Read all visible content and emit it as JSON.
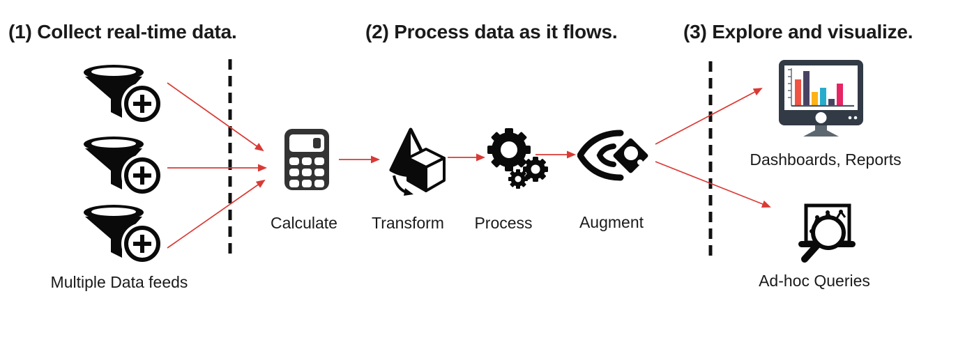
{
  "titles": {
    "step1": "(1) Collect real-time data.",
    "step2": "(2) Process data as it flows.",
    "step3": "(3) Explore and visualize."
  },
  "labels": {
    "feeds": "Multiple Data feeds",
    "calculate": "Calculate",
    "transform": "Transform",
    "process": "Process",
    "augment": "Augment",
    "dashboards": "Dashboards, Reports",
    "adhoc": "Ad-hoc Queries"
  },
  "colors": {
    "arrow": "#d93a35",
    "divider": "#111111",
    "icon_black": "#0a0a0a",
    "calculator_body": "#333333",
    "monitor_frame": "#313a45",
    "monitor_stand": "#5d6770",
    "bars": [
      "#ee5345",
      "#494363",
      "#fcb316",
      "#27adcb",
      "#494363",
      "#e62565"
    ]
  },
  "icons": {
    "left": "funnel-plus-icon (x3)",
    "pipeline": [
      "calculator-icon",
      "cone-cube-rotate-icon",
      "gears-icon",
      "eye-lens-icon"
    ],
    "right": [
      "monitor-bar-chart-icon",
      "laptop-magnifier-icon"
    ]
  }
}
